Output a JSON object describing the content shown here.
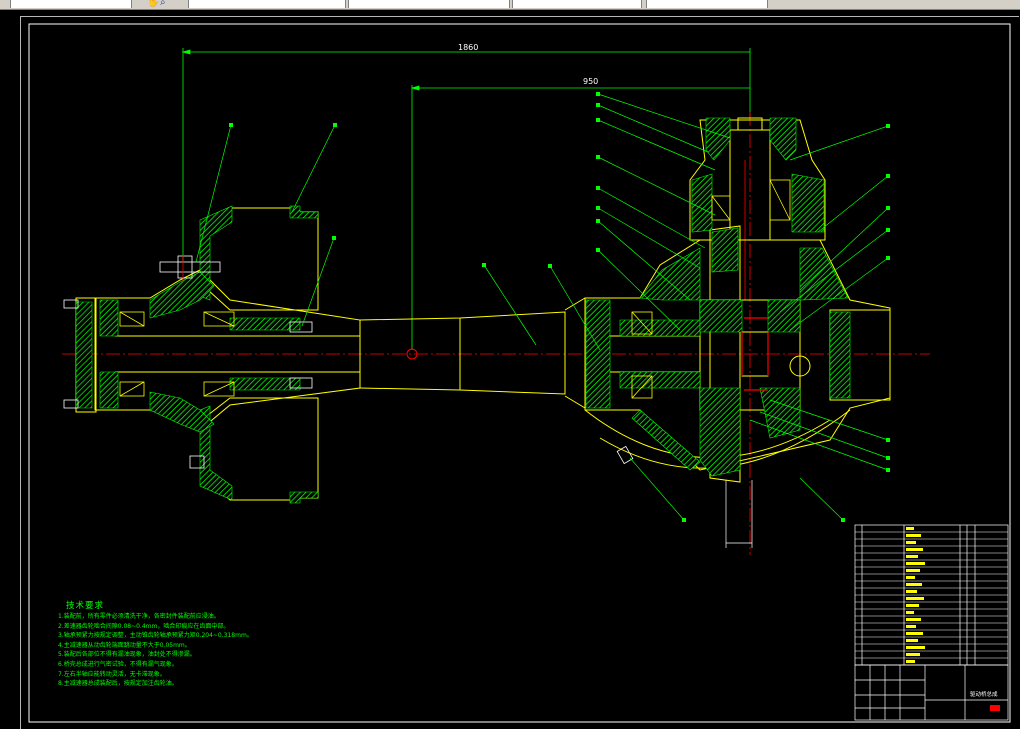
{
  "colors": {
    "background": "#000000",
    "frame": "#ffffff",
    "outline": "#ffff00",
    "hatch": "#00ff00",
    "centerline": "#ff0000",
    "leader": "#00ff00",
    "dimension": "#ffffff",
    "bolt": "#ff00ff"
  },
  "dimensions": {
    "overall_length": "1860",
    "half_length": "950"
  },
  "technical_notes": {
    "title": "技术要求",
    "lines": [
      "1.装配前，所有零件必须清洗干净，各密封件装配前应浸油。",
      "2.差速器齿轮啮合间隙0.08~0.4mm，啮合印痕应在齿面中部。",
      "3.轴承预紧力按规定调整，主动锥齿轮轴承预紧力矩0.204~0.318mm。",
      "4.主减速器从动齿轮端面跳动量不大于0.05mm。",
      "5.装配后各部位不得有漏油现象，油封处不得渗漏。",
      "6.桥壳总成进行气密试验，不得有漏气现象。",
      "7.左右半轴应能转动灵活，无卡滞现象。",
      "8.主减速器总成装配后，按规定加注齿轮油。"
    ]
  },
  "title_block": {
    "drawing_name": "驱动桥总成"
  }
}
